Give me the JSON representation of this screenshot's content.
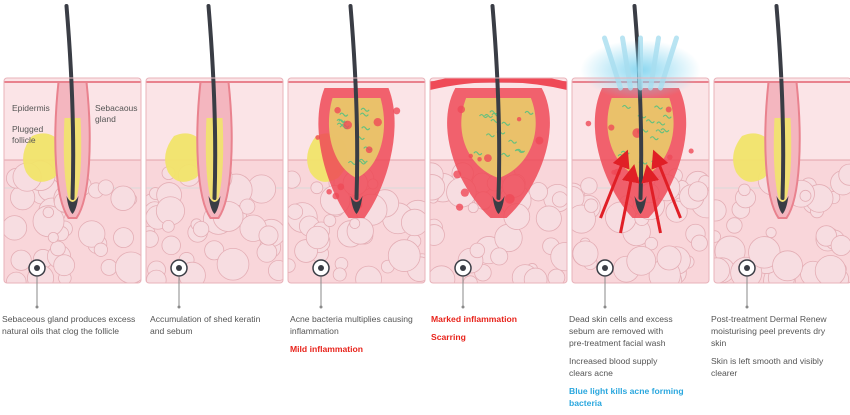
{
  "labels": {
    "epidermis": "Epidermis",
    "sebaceous_gland": [
      "Sebacaous",
      "gland"
    ],
    "plugged_follicle": [
      "Plugged",
      "follicle"
    ]
  },
  "captions": [
    {
      "lines": [
        "Sebaceous gland produces excess",
        "natural oils that clog the follicle"
      ]
    },
    {
      "lines": [
        "Accumulation of shed keratin",
        "and sebum"
      ]
    },
    {
      "lines": [
        "Acne bacteria multiplies causing",
        "inflammation"
      ],
      "red": "Mild inflammation"
    },
    {
      "red1": "Marked inflammation",
      "red2": "Scarring"
    },
    {
      "lines": [
        "Dead skin cells and excess",
        "sebum are removed with",
        "pre-treatment facial wash"
      ],
      "lines2": [
        "Increased blood supply",
        "clears acne"
      ],
      "blue": [
        "Blue light kills acne forming",
        "bacteria"
      ]
    },
    {
      "lines": [
        "Post-treatment Dermal Renew",
        "moisturising peel prevents dry",
        "skin"
      ],
      "lines2": [
        "Skin is left smooth and visibly",
        "clearer"
      ]
    }
  ],
  "colors": {
    "skin": "#f9d6da",
    "skin_light": "#fbe4e7",
    "pore_outline": "#e9828e",
    "inflammation": "#ef4a57",
    "sebum": "#f1e46a",
    "bacteria": "#66c07e",
    "hair": "#3a3d45",
    "arrow": "#e01f26",
    "blue_light": "#a8def0",
    "marker": "#3a3d45"
  }
}
